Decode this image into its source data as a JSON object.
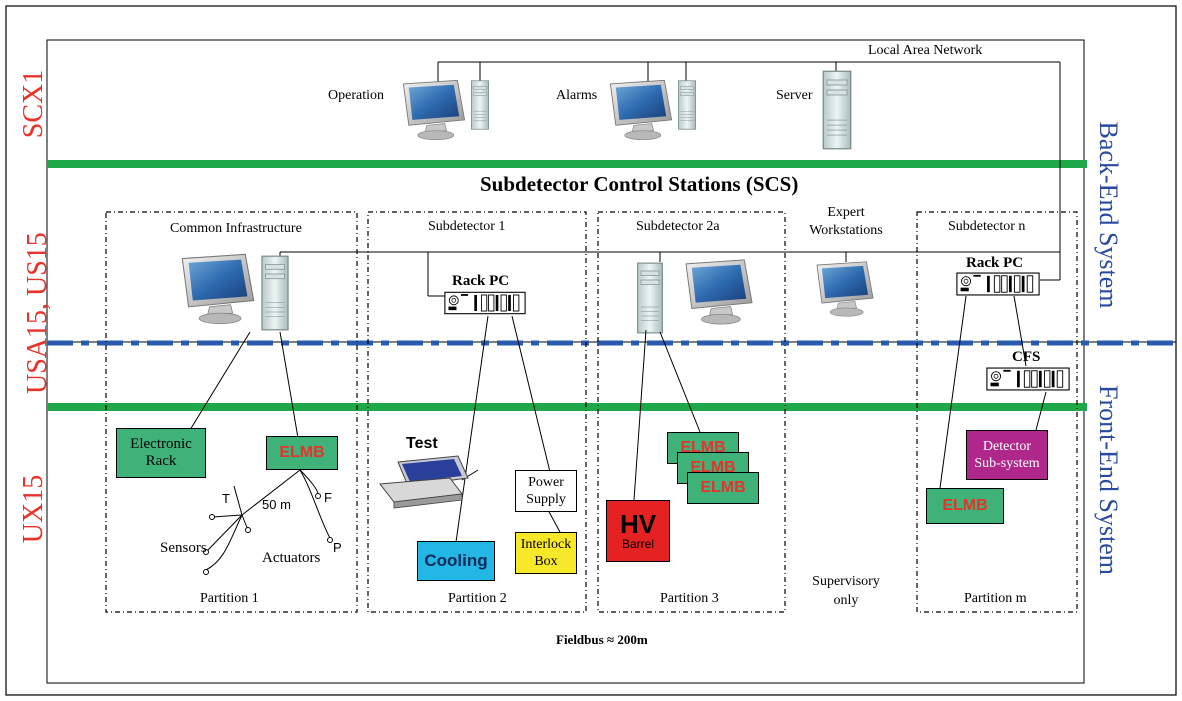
{
  "title": "Subdetector Control Stations (SCS)",
  "lan_label": "Local Area Network",
  "fieldbus_label": "Fieldbus ≈ 200m",
  "levels": [
    "SCX1",
    "USA15, US15",
    "UX15"
  ],
  "systems": [
    "Back-End System",
    "Front-End System"
  ],
  "workstations": [
    "Operation",
    "Alarms",
    "Server"
  ],
  "zones": {
    "common_infrastructure": "Common Infrastructure",
    "subdetector_1": "Subdetector 1",
    "subdetector_2a": "Subdetector 2a",
    "expert_workstations": "Expert\nWorkstations",
    "subdetector_n": "Subdetector n"
  },
  "partitions": [
    "Partition 1",
    "Partition 2",
    "Partition 3",
    "Supervisory\nonly",
    "Partition m"
  ],
  "rack_pc_label": "Rack PC",
  "cfs_label": "CFS",
  "devices": {
    "electronic_rack": "Electronic\nRack",
    "elmb": "ELMB",
    "sensors": "Sensors",
    "actuators": "Actuators",
    "distance": "50 m",
    "t": "T",
    "f": "F",
    "p": "P",
    "test": "Test",
    "power_supply": "Power\nSupply",
    "cooling": "Cooling",
    "interlock_box": "Interlock\nBox",
    "hv": "HV",
    "barrel": "Barrel",
    "detector_subsystem": "Detector\nSub-system"
  },
  "colors": {
    "level_text": "#e8322a",
    "system_text": "#2a4aa0",
    "green_bar": "#1fa84a",
    "dashed_line": "#2a5ab0",
    "box_green": "#3fb27a",
    "cooling": "#23b7e5",
    "interlock": "#f7e82a",
    "hv": "#e52222",
    "detector": "#b0278c"
  }
}
